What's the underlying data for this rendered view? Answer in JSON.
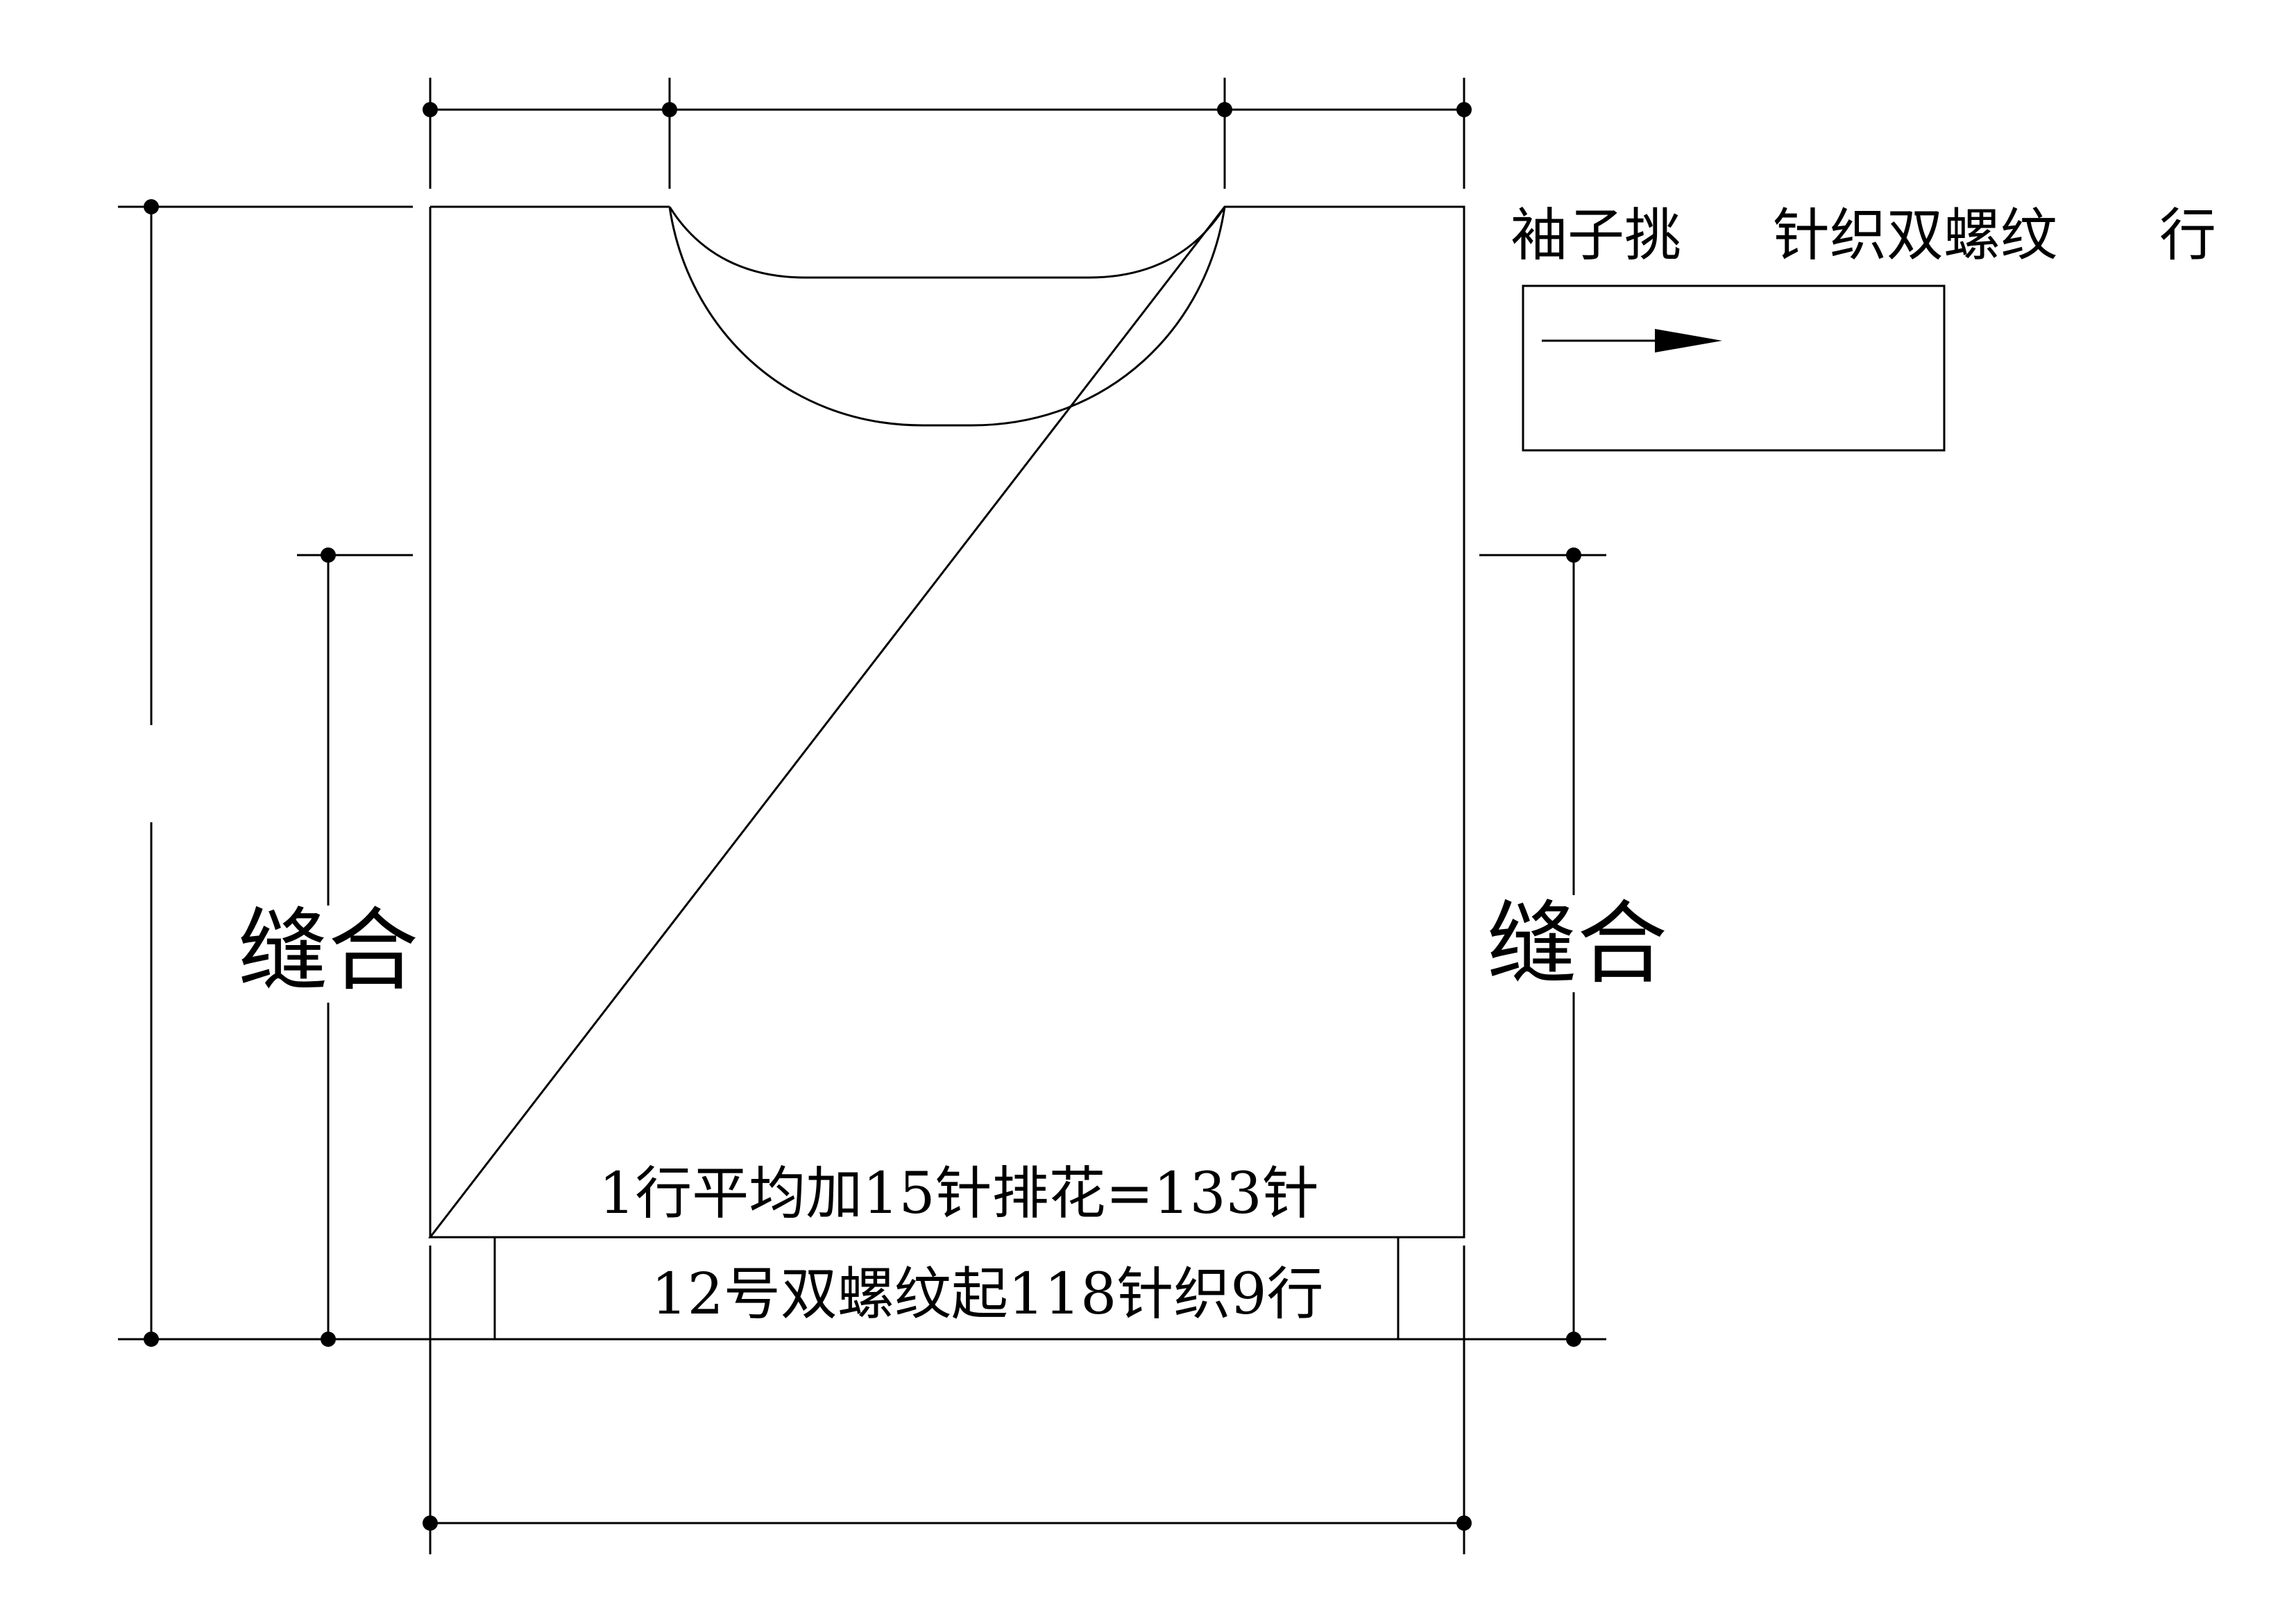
{
  "labels": {
    "sleeve_note_a": "袖子挑",
    "sleeve_note_b": "针织双螺纹",
    "sleeve_note_c": "行",
    "seam_left": "缝合",
    "seam_right": "缝合",
    "increase_row": "1行平均加15针排花=133针",
    "ribbing": "12号双螺纹起118针织9行"
  }
}
